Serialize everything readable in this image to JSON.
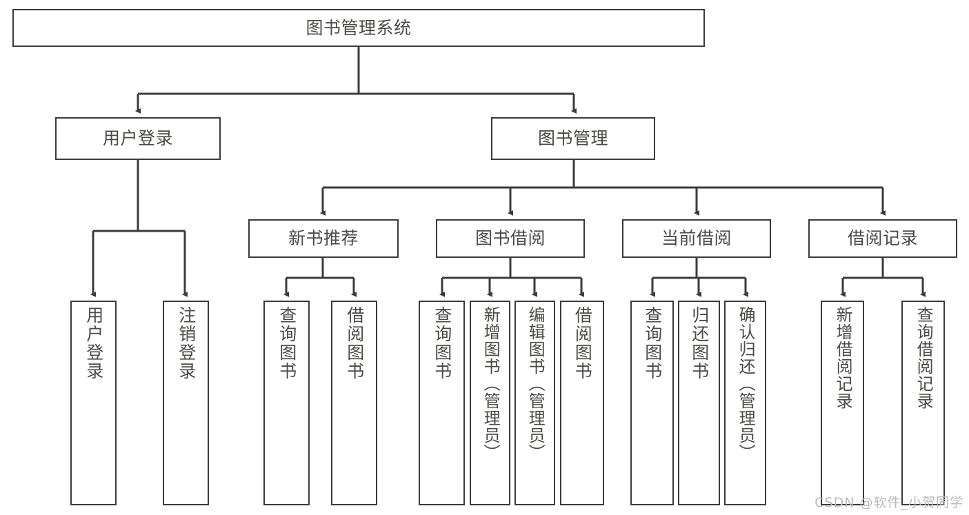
{
  "diagram": {
    "title": "图书管理系统",
    "type": "tree-hierarchy",
    "stroke_color": "#3b3b3b",
    "text_color": "#4a4a46",
    "background": "#ffffff",
    "nodes": {
      "root": {
        "label": "图书管理系统"
      },
      "level1": [
        {
          "id": "user-login",
          "label": "用户登录"
        },
        {
          "id": "book-manage",
          "label": "图书管理"
        }
      ],
      "level2": [
        {
          "id": "new-book-recommend",
          "label": "新书推荐"
        },
        {
          "id": "book-borrow",
          "label": "图书借阅"
        },
        {
          "id": "current-borrow",
          "label": "当前借阅"
        },
        {
          "id": "borrow-record",
          "label": "借阅记录"
        }
      ],
      "leaves": {
        "user_login": [
          {
            "id": "leaf-user-login",
            "label": "用户登录"
          },
          {
            "id": "leaf-logout-login",
            "label": "注销登录"
          }
        ],
        "new_book_recommend": [
          {
            "id": "leaf-query-book-1",
            "label": "查询图书"
          },
          {
            "id": "leaf-borrow-book-1",
            "label": "借阅图书"
          }
        ],
        "book_borrow": [
          {
            "id": "leaf-query-book-2",
            "label": "查询图书"
          },
          {
            "id": "leaf-add-book",
            "label": "新增图书（管理员）"
          },
          {
            "id": "leaf-edit-book",
            "label": "编辑图书（管理员）"
          },
          {
            "id": "leaf-borrow-book-2",
            "label": "借阅图书"
          }
        ],
        "current_borrow": [
          {
            "id": "leaf-query-book-3",
            "label": "查询图书"
          },
          {
            "id": "leaf-return-book",
            "label": "归还图书"
          },
          {
            "id": "leaf-confirm-return",
            "label": "确认归还（管理员）"
          }
        ],
        "borrow_record": [
          {
            "id": "leaf-add-record",
            "label": "新增借阅记录"
          },
          {
            "id": "leaf-query-record",
            "label": "查询借阅记录"
          }
        ]
      }
    },
    "watermark": "CSDN @软件_小贺同学"
  }
}
